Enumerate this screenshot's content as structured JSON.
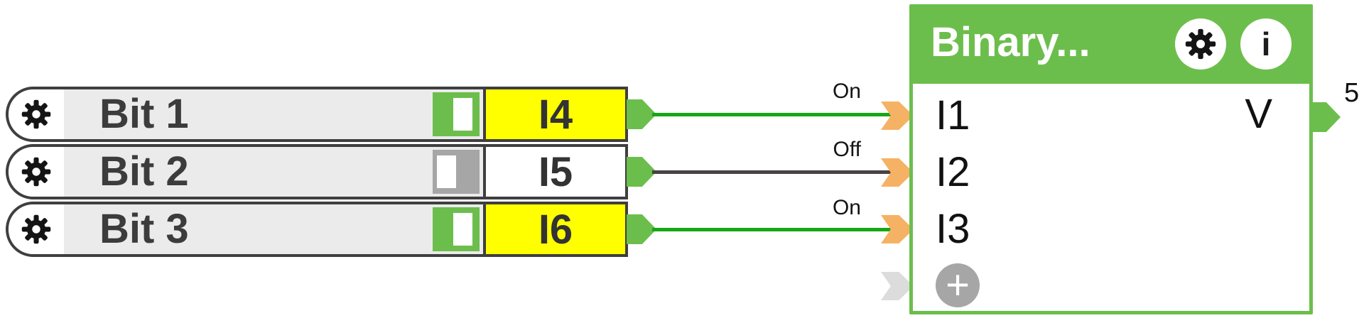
{
  "palette": {
    "accent_green": "#6CBE4C",
    "wire_on_green": "#15A715",
    "wire_off_dark": "#4A4242",
    "pin_orange": "#F5B264",
    "pin_idle_gray": "#DCDCDC",
    "active_yellow": "#FFFF00",
    "row_gray": "#EBEBEB",
    "toggle_off_gray": "#A6A6A6",
    "dark_border": "#3F3F3F"
  },
  "sources": [
    {
      "name": "Bit 1",
      "address": "I4",
      "state": "on"
    },
    {
      "name": "Bit 2",
      "address": "I5",
      "state": "off"
    },
    {
      "name": "Bit 3",
      "address": "I6",
      "state": "on"
    }
  ],
  "wires": [
    {
      "label": "On",
      "state": "on",
      "color": "#15A715"
    },
    {
      "label": "Off",
      "state": "off",
      "color": "#4A4242"
    },
    {
      "label": "On",
      "state": "on",
      "color": "#15A715"
    }
  ],
  "block": {
    "title": "Binary...",
    "inputs": [
      {
        "label": "I1"
      },
      {
        "label": "I2"
      },
      {
        "label": "I3"
      }
    ],
    "output_label": "V",
    "output_value": "5",
    "info_glyph": "i",
    "add_glyph": "+"
  }
}
